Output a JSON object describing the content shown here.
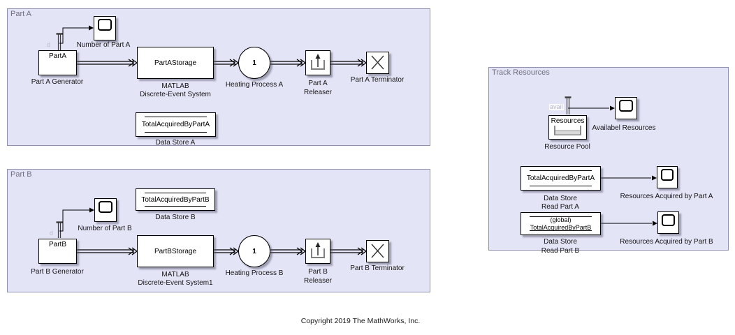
{
  "copyright": "Copyright 2019 The MathWorks, Inc.",
  "colors": {
    "area_fill": "#e4e4f7",
    "area_border": "#9090ae",
    "title_color": "#6f6f7f",
    "block_border": "#000000",
    "wire": "#000000",
    "port_label": "#bcbcc8"
  },
  "part_a": {
    "title": "Part A",
    "generator_block": "PartA",
    "generator_port": "d",
    "generator_label": "Part A Generator",
    "scope_label": "Number of Part A",
    "storage_block": "PartAStorage",
    "storage_label_line1": "MATLAB",
    "storage_label_line2": "Discrete-Event System",
    "heating_value": "1",
    "heating_label": "Heating Process A",
    "releaser_label_line1": "Part A",
    "releaser_label_line2": "Releaser",
    "terminator_label": "Part A Terminator",
    "datastore_block": "TotalAcquiredByPartA",
    "datastore_label": "Data Store A"
  },
  "part_b": {
    "title": "Part B",
    "generator_block": "PartB",
    "generator_port": "d",
    "generator_label": "Part B Generator",
    "scope_label": "Number of Part B",
    "storage_block": "PartBStorage",
    "storage_label_line1": "MATLAB",
    "storage_label_line2": "Discrete-Event System1",
    "heating_value": "1",
    "heating_label": "Heating Process B",
    "releaser_label_line1": "Part B",
    "releaser_label_line2": "Releaser",
    "terminator_label": "Part B Terminator",
    "datastore_block": "TotalAcquiredByPartB",
    "datastore_label": "Data Store B"
  },
  "track_resources": {
    "title": "Track Resources",
    "pool_block": "Resources",
    "pool_port": "avail",
    "pool_label": "Resource Pool",
    "scope_available_label": "Availabel Resources",
    "read_a_block": "TotalAcquiredByPartA",
    "read_a_label_line1": "Data Store",
    "read_a_label_line2": "Read Part A",
    "scope_a_label": "Resources Acquired by Part A",
    "read_b_block_line1": "(global)",
    "read_b_block_line2": "TotalAcquiredByPartB",
    "read_b_label_line1": "Data Store",
    "read_b_label_line2": "Read Part B",
    "scope_b_label": "Resources Acquired by Part B"
  }
}
